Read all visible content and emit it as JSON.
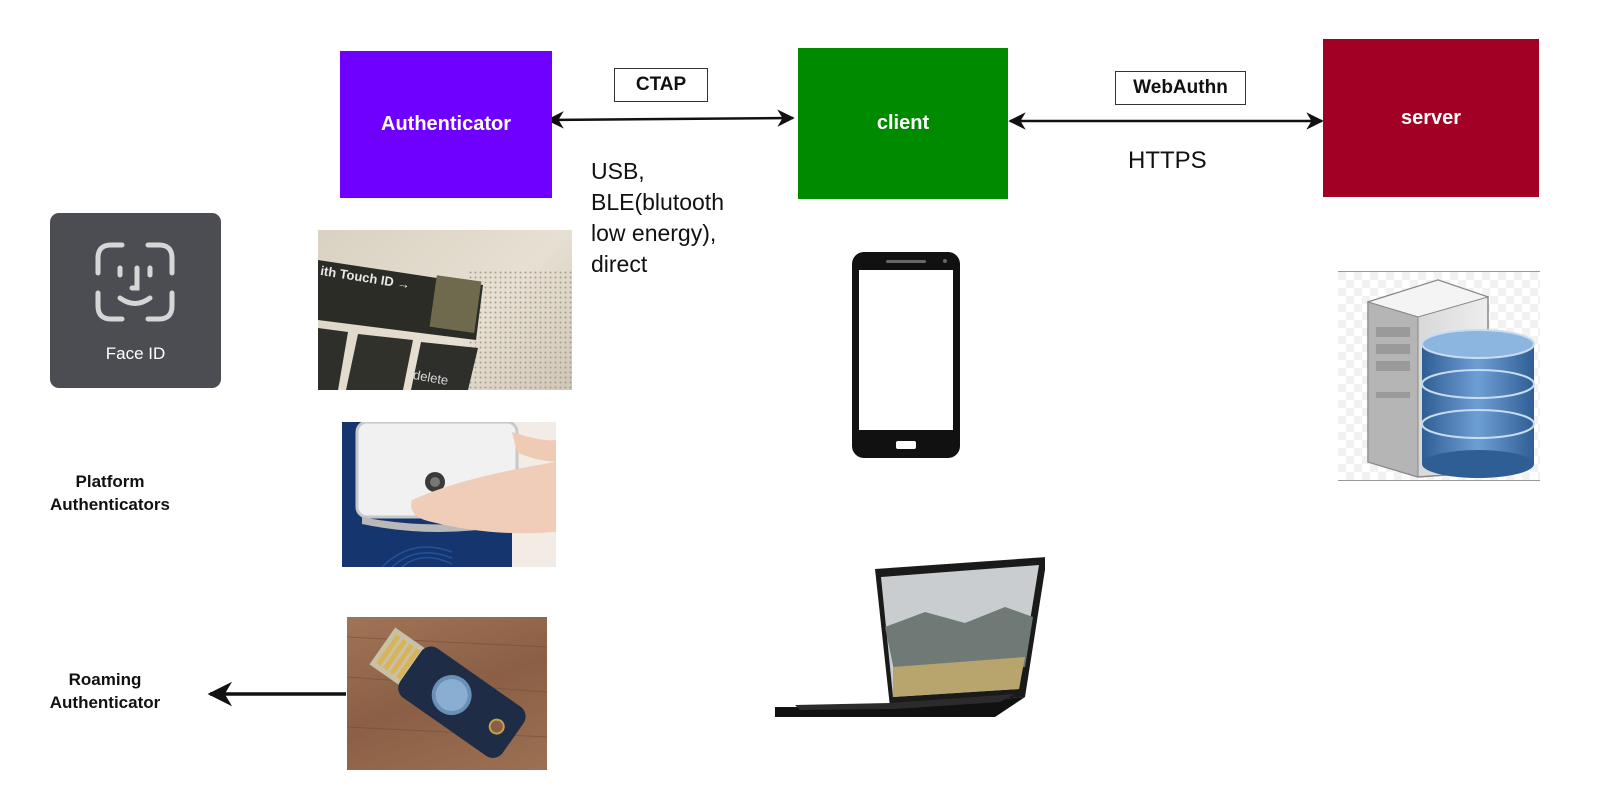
{
  "nodes": {
    "authenticator": {
      "label": "Authenticator",
      "color": "#6f00ff"
    },
    "client": {
      "label": "client",
      "color": "#008a00"
    },
    "server": {
      "label": "server",
      "color": "#a20025"
    }
  },
  "protocols": {
    "ctap": "CTAP",
    "webauthn": "WebAuthn",
    "https": "HTTPS"
  },
  "transports": [
    "USB,",
    "BLE(blutooth",
    "low energy),",
    "direct"
  ],
  "authenticator_types": {
    "platform": [
      "Platform",
      "Authenticators"
    ],
    "roaming": [
      "Roaming",
      "Authenticator"
    ]
  },
  "images": {
    "face_id_caption": "Face ID",
    "touch_id_key": "ith Touch ID →",
    "delete_key": "delete"
  }
}
